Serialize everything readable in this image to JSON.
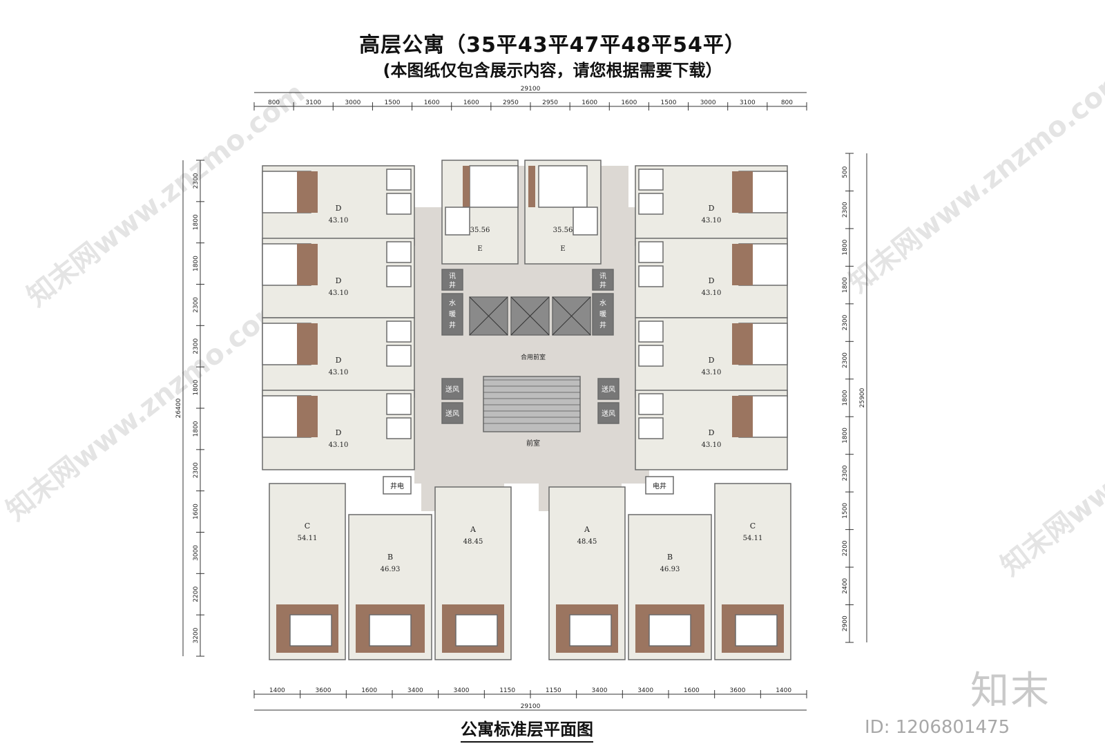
{
  "title": "高层公寓（35平43平47平48平54平）",
  "subtitle": "(本图纸仅包含展示内容，请您根据需要下载）",
  "bottom_title": "公寓标准层平面图",
  "brand": "知末",
  "image_id": "ID: 1206801475",
  "watermark": "知末网www.znzmo.com",
  "colors": {
    "floor": "#dcd8d3",
    "bedroom": "#9b7560",
    "room": "#ecebe4",
    "core": "#8a8a8a",
    "wall": "#6a6a6a"
  },
  "dims": {
    "top_total": "29100",
    "top": [
      "800",
      "3100",
      "3000",
      "1500",
      "1600",
      "1600",
      "2950",
      "2950",
      "1600",
      "1600",
      "1500",
      "3000",
      "3100",
      "800"
    ],
    "bottom_total": "29100",
    "bottom": [
      "1400",
      "3600",
      "1600",
      "3400",
      "3400",
      "1150",
      "1150",
      "3400",
      "3400",
      "1600",
      "3600",
      "1400"
    ],
    "left_total": "26400",
    "left": [
      "2300",
      "1800",
      "1800",
      "2300",
      "2300",
      "1800",
      "1800",
      "2300",
      "1600",
      "3000",
      "2200",
      "3200"
    ],
    "right_total": "25900",
    "right": [
      "500",
      "2300",
      "1800",
      "1800",
      "2300",
      "2300",
      "1800",
      "1800",
      "2300",
      "1500",
      "2200",
      "2400",
      "2900"
    ]
  },
  "units": {
    "D": "D",
    "D_area": "43.10",
    "E": "E",
    "E_area": "35.56",
    "A": "A",
    "A_area": "48.45",
    "B": "B",
    "B_area": "46.93",
    "C": "C",
    "C_area": "54.11"
  },
  "core": {
    "shaft_comm_1": "讯",
    "shaft_comm_2": "井",
    "shaft_water_1": "水",
    "shaft_water_2": "暖",
    "shaft_water_3": "井",
    "lobby": "合用前室",
    "anteroom": "前室",
    "supply_air": "送风",
    "electric_well": "电井",
    "well_electric": "井电"
  }
}
